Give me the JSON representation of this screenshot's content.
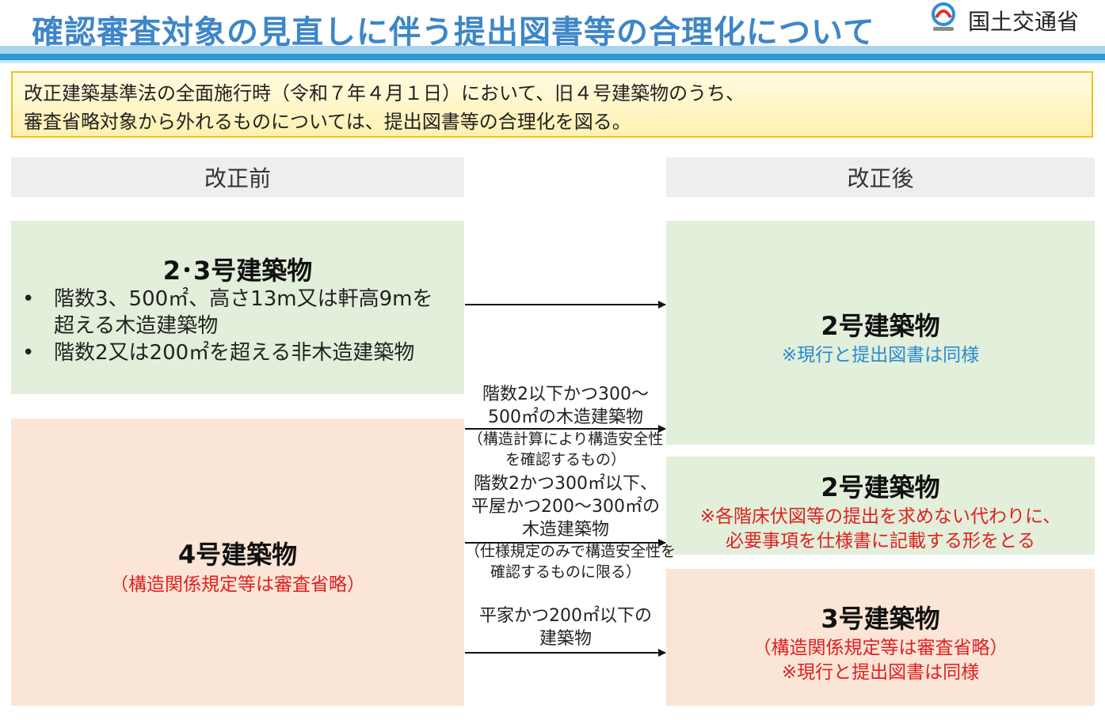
{
  "header": {
    "title": "確認審査対象の見直しに伴う提出図書等の合理化について",
    "ministry": "国土交通省"
  },
  "summary": {
    "line1": "改正建築基準法の全面施行時（令和７年４月１日）において、旧４号建築物のうち、",
    "line2": "審査省略対象から外れるものについては、提出図書等の合理化を図る。"
  },
  "before": {
    "heading": "改正前",
    "box23": {
      "title": "2･3号建築物",
      "bullets": [
        {
          "line1": "階数3、500㎡、高さ13m又は軒高9mを",
          "line2": "超える木造建築物"
        },
        {
          "line1": "階数2又は200㎡を超える非木造建築物",
          "line2": ""
        }
      ]
    },
    "box4": {
      "title": "4号建築物",
      "note": "（構造関係規定等は審査省略）"
    }
  },
  "after": {
    "heading": "改正後",
    "box2a": {
      "title": "2号建築物",
      "note": "※現行と提出図書は同様"
    },
    "box2b": {
      "title": "2号建築物",
      "note1": "※各階床伏図等の提出を求めない代わりに、",
      "note2": "必要事項を仕様書に記載する形をとる"
    },
    "box3": {
      "title": "3号建築物",
      "note1": "（構造関係規定等は審査省略）",
      "note2": "※現行と提出図書は同様"
    }
  },
  "connectors": {
    "c1": {
      "line1": "階数2以下かつ300～",
      "line2": "500㎡の木造建築物",
      "sub1": "（構造計算により構造安全性",
      "sub2": "を確認するもの）"
    },
    "c2": {
      "line1": "階数2かつ300㎡以下、",
      "line2": "平屋かつ200～300㎡の",
      "line3": "木造建築物",
      "sub1": "（仕様規定のみで構造安全性を",
      "sub2": "確認するものに限る）"
    },
    "c3": {
      "line1": "平家かつ200㎡以下の",
      "line2": "建築物"
    }
  },
  "colors": {
    "title_blue": "#3d86c8",
    "green_box": "#e2efda",
    "pink_box": "#fbe5d6",
    "red_text": "#e02020",
    "blue_text": "#2b8ad0",
    "summary_border": "#f2c21a"
  }
}
